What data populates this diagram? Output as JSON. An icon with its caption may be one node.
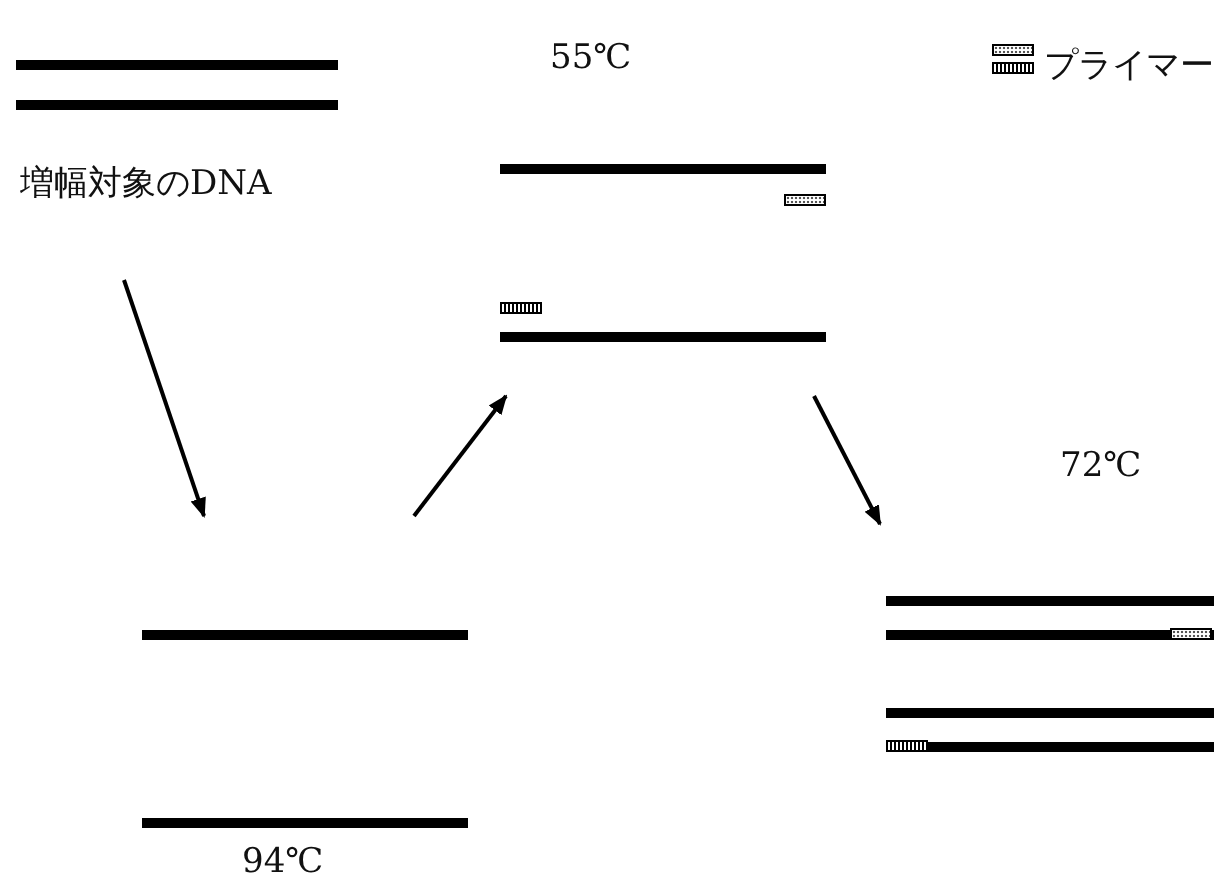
{
  "diagram": {
    "nodes": [
      {
        "text": [],
        "shape": "picture",
        "beside": [
          "増幅対象のDNA"
        ]
      },
      {
        "text": [],
        "shape": "picture",
        "beside": [
          "94℃"
        ]
      },
      {
        "text": [],
        "shape": "picture",
        "beside": [
          "55℃"
        ]
      },
      {
        "text": [],
        "shape": "picture",
        "beside": [
          "72℃"
        ]
      }
    ],
    "edges": [
      {
        "from": 0,
        "to": 1,
        "arrow": "to"
      },
      {
        "from": 1,
        "to": 2,
        "arrow": "to"
      },
      {
        "from": 2,
        "to": 3,
        "arrow": "to"
      }
    ],
    "legend": [
      {
        "text": "プライマー"
      }
    ]
  }
}
